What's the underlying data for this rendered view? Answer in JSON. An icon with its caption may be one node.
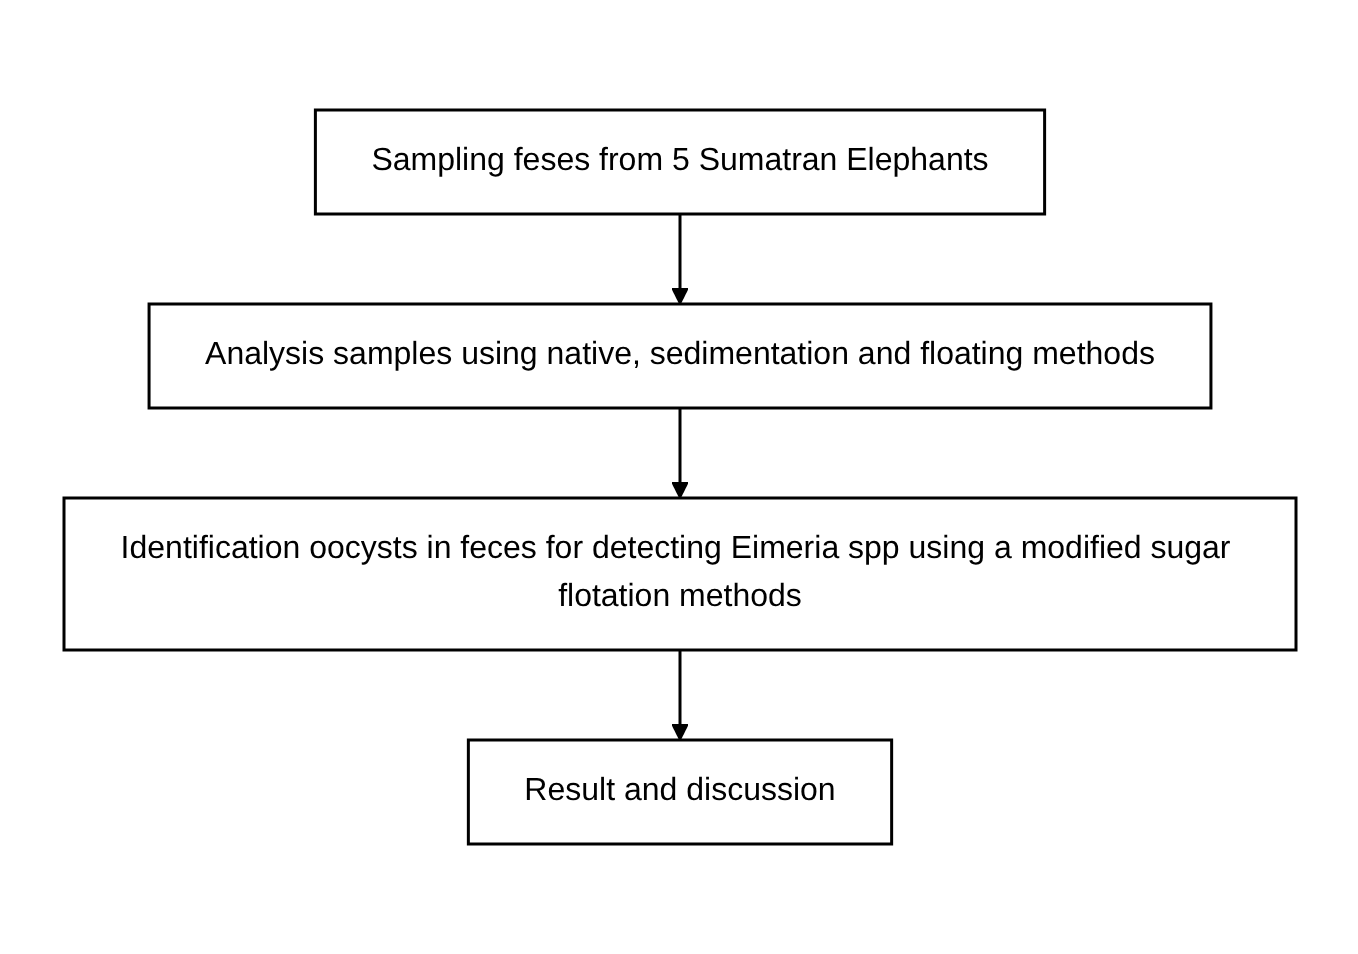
{
  "diagram": {
    "nodes": [
      {
        "text": [
          "Sampling feses from 5 Sumatran Elephants"
        ]
      },
      {
        "text": [
          "Analysis samples using native, sedimentation and floating methods"
        ]
      },
      {
        "text": [
          "Identification oocysts in feces for detecting Eimeria spp using a modified sugar flotation methods"
        ]
      },
      {
        "text": [
          "Result and discussion"
        ]
      }
    ],
    "edges": [
      {
        "from": 0,
        "to": 1,
        "arrow": "to"
      },
      {
        "from": 1,
        "to": 2,
        "arrow": "to"
      },
      {
        "from": 2,
        "to": 3,
        "arrow": "to"
      }
    ]
  }
}
